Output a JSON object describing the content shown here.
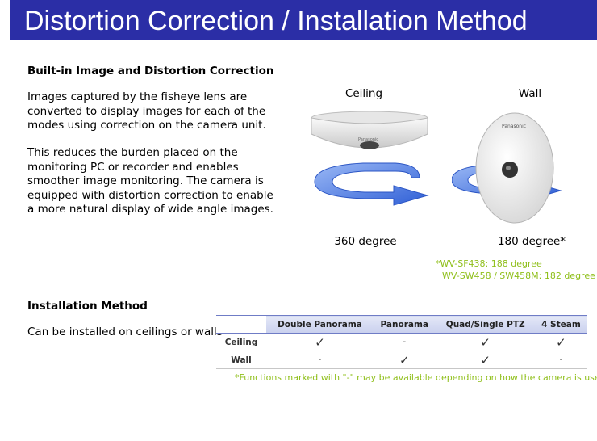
{
  "title": "Distortion Correction / Installation Method",
  "section1": {
    "heading": "Built-in Image and Distortion Correction",
    "para1": "Images captured by the fisheye lens are converted to display images for each of the modes using correction on the camera unit.",
    "para2": "This reduces the burden placed on the monitoring PC or recorder and enables smoother image monitoring. The camera is equipped with distortion correction to enable a more natural display of wide angle images."
  },
  "mounting": {
    "ceiling_label": "Ceiling",
    "wall_label": "Wall",
    "ceiling_degree": "360 degree",
    "wall_degree": "180 degree*",
    "note_line1": "*WV-SF438: 188 degree",
    "note_line2": "WV-SW458 / SW458M: 182 degree"
  },
  "section2": {
    "heading": "Installation Method",
    "para": "Can be installed on ceilings or walls"
  },
  "table": {
    "columns": [
      "Double Panorama",
      "Panorama",
      "Quad/Single PTZ",
      "4 Steam"
    ],
    "rows": [
      {
        "label": "Ceiling",
        "cells": [
          "✓",
          "-",
          "✓",
          "✓"
        ]
      },
      {
        "label": "Wall",
        "cells": [
          "-",
          "✓",
          "✓",
          "-"
        ]
      }
    ]
  },
  "footnote": "*Functions marked with \"-\" may be available depending on how the camera is used.",
  "colors": {
    "title_bar": "#2b2ea6",
    "note_green": "#8fbf1a",
    "arrow_blue": "#3d6fe0"
  }
}
